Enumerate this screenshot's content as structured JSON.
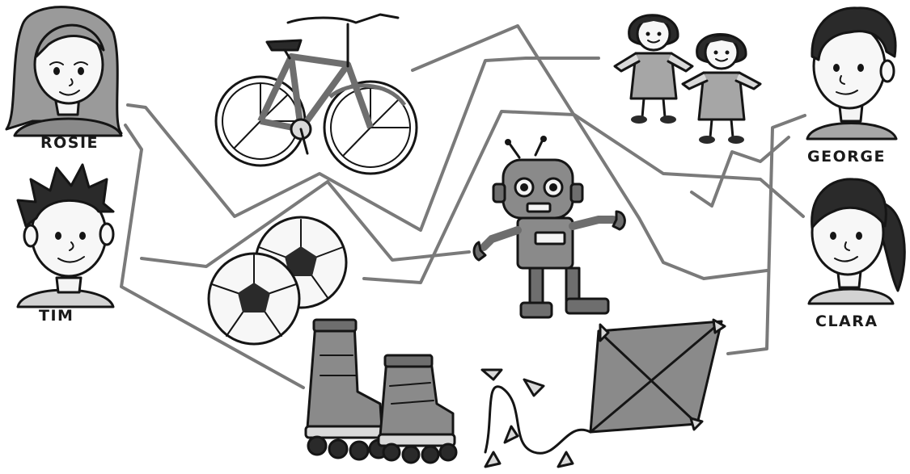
{
  "children": {
    "rosie": "ROSIE",
    "tim": "TIM",
    "george": "GEORGE",
    "clara": "CLARA"
  },
  "toys": [
    "bicycle-icon",
    "dolls-icon",
    "robot-icon",
    "footballs-icon",
    "rollerblades-icon",
    "kite-icon"
  ],
  "colors": {
    "line": "#7a7a7a",
    "ink": "#151515",
    "shade_light": "#d9d9d9",
    "shade_mid": "#a6a6a6",
    "shade_dark": "#6e6e6e"
  }
}
